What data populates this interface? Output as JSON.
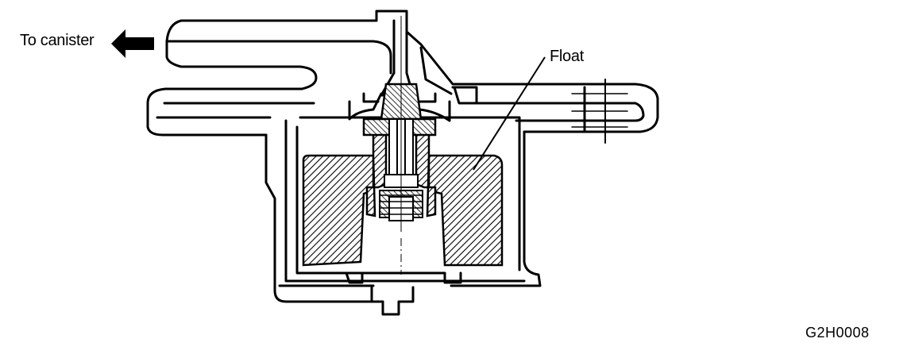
{
  "labels": {
    "to_canister": "To canister",
    "float": "Float",
    "figure_code": "G2H0008"
  },
  "colors": {
    "ink": "#000000",
    "background": "#ffffff"
  },
  "icons": {
    "flow_arrow": "arrow-left-icon"
  }
}
